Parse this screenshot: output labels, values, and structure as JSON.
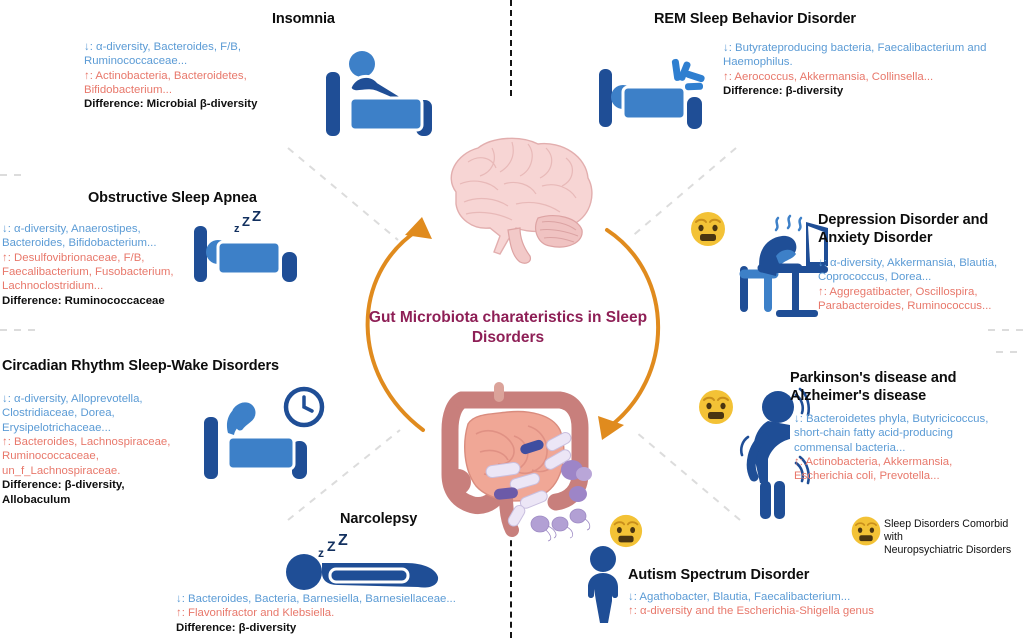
{
  "figure": {
    "center_title": "Gut Microbiota charateristics in Sleep Disorders",
    "accent_color": "#8e1f56",
    "arrow_color": "#e08b1e",
    "decrease_color": "#5b9bd5",
    "increase_color": "#e8786b",
    "icon_blue_dark": "#1f4e96",
    "icon_blue_light": "#3d80c8",
    "emoji_yellow": "#f3c236"
  },
  "legend": {
    "line1": "Sleep Disorders Comorbid with",
    "line2": "Neuropsychiatric Disorders",
    "icon": "anguished-face-emoji"
  },
  "sections": {
    "insomnia": {
      "title": "Insomnia",
      "decrease_arrow": "↓",
      "increase_arrow": "↑",
      "decrease": ": α-diversity, Bacteroides, F/B, Ruminococcaceae...",
      "increase": ": Actinobacteria,  Bacteroidetes, Bifidobacterium...",
      "difference": "Difference: Microbial β-diversity",
      "icon": "person-in-bed-awake-icon"
    },
    "rem": {
      "title": "REM Sleep Behavior Disorder",
      "decrease_arrow": "↓",
      "increase_arrow": "↑",
      "decrease": ": Butyrateproducing bacteria, Faecalibacterium and Haemophilus.",
      "increase": ": Aerococcus, Akkermansia, Collinsella...",
      "difference": "Difference: β-diversity",
      "icon": "person-in-bed-startled-icon"
    },
    "osa": {
      "title": "Obstructive Sleep Apnea",
      "decrease_arrow": "↓",
      "increase_arrow": "↑",
      "decrease": ": α-diversity, Anaerostipes, Bacteroides, Bifidobacterium...",
      "increase": ": Desulfovibrionaceae, F/B, Faecalibacterium, Fusobacterium, Lachnoclostridium...",
      "difference": "Difference: Ruminococcaceae",
      "icon": "person-in-bed-snoring-icon"
    },
    "depression": {
      "title_line1": "Depression Disorder and",
      "title_line2": "Anxiety Disorder",
      "decrease_arrow": "↓",
      "increase_arrow": "↑",
      "decrease": ": α-diversity, Akkermansia, Blautia, Coprococcus, Dorea...",
      "increase": ": Aggregatibacter, Oscillospira, Parabacteroides, Ruminococcus...",
      "icon": "person-slumped-at-desk-icon",
      "comorbid_icon": "anguished-face-emoji"
    },
    "circadian": {
      "title": "Circadian Rhythm Sleep-Wake Disorders",
      "decrease_arrow": "↓",
      "increase_arrow": "↑",
      "decrease": ": α-diversity, Alloprevotella, Clostridiaceae, Dorea, Erysipelotrichaceae...",
      "increase": ": Bacteroides,  Lachnospiraceae, Ruminococcaceae, un_f_Lachnospiraceae.",
      "difference": "Difference: β-diversity, Allobaculum",
      "icon": "person-in-bed-with-clock-icon"
    },
    "parkinsons": {
      "title_line1": "Parkinson's disease and",
      "title_line2": "Alzheimer's disease",
      "decrease_arrow": "↓",
      "increase_arrow": "↑",
      "decrease": ": Bacteroidetes phyla, Butyricicoccus, short-chain fatty acid-producing commensal bacteria...",
      "increase": ": Actinobacteria, Akkermansia, Escherichia coli, Prevotella...",
      "icon": "person-stooped-tremor-icon",
      "comorbid_icon": "anguished-face-emoji"
    },
    "narcolepsy": {
      "title": "Narcolepsy",
      "decrease_arrow": "↓",
      "increase_arrow": "↑",
      "decrease": ": Bacteroides, Bacteria, Barnesiella, Barnesiellaceae...",
      "increase": ": Flavonifractor and Klebsiella.",
      "difference": "Difference: β-diversity",
      "icon": "person-lying-asleep-icon"
    },
    "autism": {
      "title": "Autism Spectrum Disorder",
      "decrease_arrow": "↓",
      "increase_arrow": "↑",
      "decrease": ": Agathobacter, Blautia, Faecalibacterium...",
      "increase": ": α-diversity and the Escherichia-Shigella genus",
      "icon": "child-figure-icon",
      "comorbid_icon": "anguished-face-emoji"
    }
  },
  "center": {
    "brain_icon": "human-brain-illustration",
    "gut_icon": "human-intestine-with-bacteria-illustration",
    "arrow_up_icon": "curved-arrow-up-icon",
    "arrow_down_icon": "curved-arrow-down-icon"
  }
}
